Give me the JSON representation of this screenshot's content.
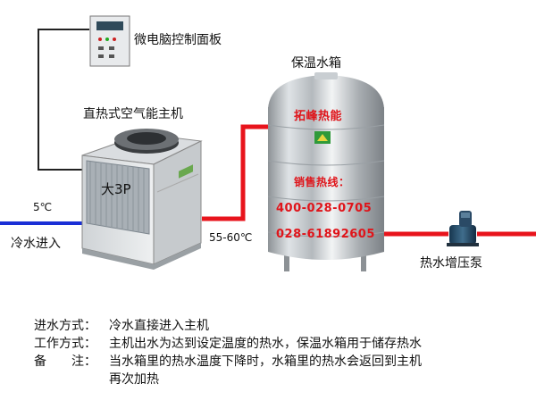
{
  "labels": {
    "control_panel": "微电脑控制面板",
    "tank_title": "保温水箱",
    "heat_pump_title": "直热式空气能主机",
    "unit_badge": "大3P",
    "inlet_temp": "5℃",
    "cold_water_in": "冷水进入",
    "outlet_temp": "55-60℃",
    "booster_pump": "热水增压泵"
  },
  "tank_print": {
    "brand": "拓峰热能",
    "hotline_label": "销售热线：",
    "phone1": "400-028-0705",
    "phone2": "028-61892605"
  },
  "notes": [
    {
      "k": "进水方式",
      "v": "冷水直接进入主机"
    },
    {
      "k": "工作方式",
      "v": "主机出水为达到设定温度的热水，保温水箱用于储存热水"
    },
    {
      "k": "备　　注",
      "v": "当水箱里的热水温度下降时，水箱里的热水会返回到主机"
    },
    {
      "k": "",
      "v": "再次加热"
    }
  ],
  "colors": {
    "cold_pipe": "#1a2fd6",
    "hot_pipe": "#e8141c",
    "wire": "#222222",
    "print_red": "#e0141a"
  }
}
